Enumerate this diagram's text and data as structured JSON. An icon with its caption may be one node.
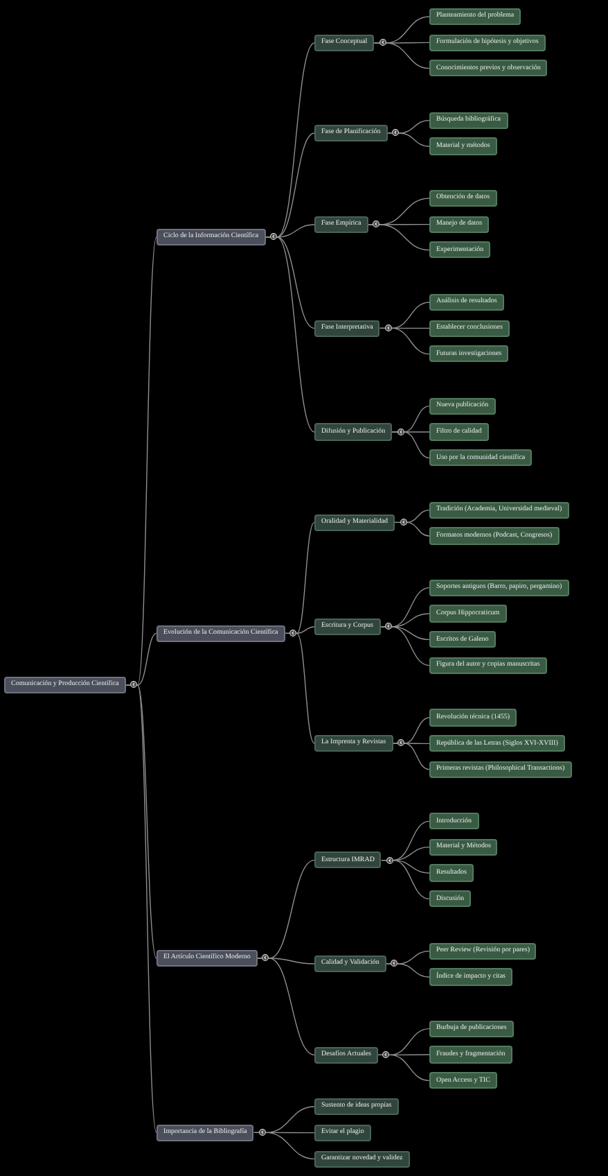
{
  "diagram": {
    "nodes": [
      {
        "text": [
          "Comunicación y Producción Científica"
        ]
      },
      {
        "text": [
          "Ciclo de la Información Científica"
        ]
      },
      {
        "text": [
          "Fase Conceptual"
        ]
      },
      {
        "text": [
          "Planteamiento del problema"
        ]
      },
      {
        "text": [
          "Formulación de hipótesis y objetivos"
        ]
      },
      {
        "text": [
          "Conocimientos previos y observación"
        ]
      },
      {
        "text": [
          "Fase de Planificación"
        ]
      },
      {
        "text": [
          "Búsqueda bibliográfica"
        ]
      },
      {
        "text": [
          "Material y métodos"
        ]
      },
      {
        "text": [
          "Fase Empírica"
        ]
      },
      {
        "text": [
          "Obtención de datos"
        ]
      },
      {
        "text": [
          "Manejo de datos"
        ]
      },
      {
        "text": [
          "Experimentación"
        ]
      },
      {
        "text": [
          "Fase Interpretativa"
        ]
      },
      {
        "text": [
          "Análisis de resultados"
        ]
      },
      {
        "text": [
          "Establecer conclusiones"
        ]
      },
      {
        "text": [
          "Futuras investigaciones"
        ]
      },
      {
        "text": [
          "Difusión y Publicación"
        ]
      },
      {
        "text": [
          "Nueva publicación"
        ]
      },
      {
        "text": [
          "Filtro de calidad"
        ]
      },
      {
        "text": [
          "Uso por la comunidad científica"
        ]
      },
      {
        "text": [
          "Evolución de la Comunicación Científica"
        ]
      },
      {
        "text": [
          "Oralidad y Materialidad"
        ]
      },
      {
        "text": [
          "Tradición (Academia, Universidad medieval)"
        ]
      },
      {
        "text": [
          "Formatos modernos (Podcast, Congresos)"
        ]
      },
      {
        "text": [
          "Escritura y Corpus"
        ]
      },
      {
        "text": [
          "Soportes antiguos (Barro, papiro, pergamino)"
        ]
      },
      {
        "text": [
          "Corpus Hippocraticum"
        ]
      },
      {
        "text": [
          "Escritos de Galeno"
        ]
      },
      {
        "text": [
          "Figura del autor y copias manuscritas"
        ]
      },
      {
        "text": [
          "La Imprenta y Revistas"
        ]
      },
      {
        "text": [
          "Revolución técnica (1455)"
        ]
      },
      {
        "text": [
          "República de las Letras (Siglos XVI-XVIII)"
        ]
      },
      {
        "text": [
          "Primeras revistas (Philosophical Transactions)"
        ]
      },
      {
        "text": [
          "El Artículo Científico Moderno"
        ]
      },
      {
        "text": [
          "Estructura IMRAD"
        ]
      },
      {
        "text": [
          "Introducción"
        ]
      },
      {
        "text": [
          "Material y Métodos"
        ]
      },
      {
        "text": [
          "Resultados"
        ]
      },
      {
        "text": [
          "Discusión"
        ]
      },
      {
        "text": [
          "Calidad y Validación"
        ]
      },
      {
        "text": [
          "Peer Review (Revisión por pares)"
        ]
      },
      {
        "text": [
          "Índice de impacto y citas"
        ]
      },
      {
        "text": [
          "Desafíos Actuales"
        ]
      },
      {
        "text": [
          "Burbuja de publicaciones"
        ]
      },
      {
        "text": [
          "Fraudes y fragmentación"
        ]
      },
      {
        "text": [
          "Open Access y TIC"
        ]
      },
      {
        "text": [
          "Importancia de la Bibliografía"
        ]
      },
      {
        "text": [
          "Sustento de ideas propias"
        ]
      },
      {
        "text": [
          "Evitar el plagio"
        ]
      },
      {
        "text": [
          "Garantizar novedad y validez"
        ]
      }
    ],
    "edges": [
      {
        "from": 0,
        "to": 1,
        "arrow": "none"
      },
      {
        "from": 0,
        "to": 21,
        "arrow": "none"
      },
      {
        "from": 0,
        "to": 34,
        "arrow": "none"
      },
      {
        "from": 0,
        "to": 47,
        "arrow": "none"
      },
      {
        "from": 1,
        "to": 2,
        "arrow": "none"
      },
      {
        "from": 1,
        "to": 6,
        "arrow": "none"
      },
      {
        "from": 1,
        "to": 9,
        "arrow": "none"
      },
      {
        "from": 1,
        "to": 13,
        "arrow": "none"
      },
      {
        "from": 1,
        "to": 17,
        "arrow": "none"
      },
      {
        "from": 2,
        "to": 3,
        "arrow": "none"
      },
      {
        "from": 2,
        "to": 4,
        "arrow": "none"
      },
      {
        "from": 2,
        "to": 5,
        "arrow": "none"
      },
      {
        "from": 6,
        "to": 7,
        "arrow": "none"
      },
      {
        "from": 6,
        "to": 8,
        "arrow": "none"
      },
      {
        "from": 9,
        "to": 10,
        "arrow": "none"
      },
      {
        "from": 9,
        "to": 11,
        "arrow": "none"
      },
      {
        "from": 9,
        "to": 12,
        "arrow": "none"
      },
      {
        "from": 13,
        "to": 14,
        "arrow": "none"
      },
      {
        "from": 13,
        "to": 15,
        "arrow": "none"
      },
      {
        "from": 13,
        "to": 16,
        "arrow": "none"
      },
      {
        "from": 17,
        "to": 18,
        "arrow": "none"
      },
      {
        "from": 17,
        "to": 19,
        "arrow": "none"
      },
      {
        "from": 17,
        "to": 20,
        "arrow": "none"
      },
      {
        "from": 21,
        "to": 22,
        "arrow": "none"
      },
      {
        "from": 21,
        "to": 25,
        "arrow": "none"
      },
      {
        "from": 21,
        "to": 30,
        "arrow": "none"
      },
      {
        "from": 22,
        "to": 23,
        "arrow": "none"
      },
      {
        "from": 22,
        "to": 24,
        "arrow": "none"
      },
      {
        "from": 25,
        "to": 26,
        "arrow": "none"
      },
      {
        "from": 25,
        "to": 27,
        "arrow": "none"
      },
      {
        "from": 25,
        "to": 28,
        "arrow": "none"
      },
      {
        "from": 25,
        "to": 29,
        "arrow": "none"
      },
      {
        "from": 30,
        "to": 31,
        "arrow": "none"
      },
      {
        "from": 30,
        "to": 32,
        "arrow": "none"
      },
      {
        "from": 30,
        "to": 33,
        "arrow": "none"
      },
      {
        "from": 34,
        "to": 35,
        "arrow": "none"
      },
      {
        "from": 34,
        "to": 40,
        "arrow": "none"
      },
      {
        "from": 34,
        "to": 43,
        "arrow": "none"
      },
      {
        "from": 35,
        "to": 36,
        "arrow": "none"
      },
      {
        "from": 35,
        "to": 37,
        "arrow": "none"
      },
      {
        "from": 35,
        "to": 38,
        "arrow": "none"
      },
      {
        "from": 35,
        "to": 39,
        "arrow": "none"
      },
      {
        "from": 40,
        "to": 41,
        "arrow": "none"
      },
      {
        "from": 40,
        "to": 42,
        "arrow": "none"
      },
      {
        "from": 43,
        "to": 44,
        "arrow": "none"
      },
      {
        "from": 43,
        "to": 45,
        "arrow": "none"
      },
      {
        "from": 43,
        "to": 46,
        "arrow": "none"
      },
      {
        "from": 47,
        "to": 48,
        "arrow": "none"
      },
      {
        "from": 47,
        "to": 49,
        "arrow": "none"
      },
      {
        "from": 47,
        "to": 50,
        "arrow": "none"
      }
    ]
  }
}
